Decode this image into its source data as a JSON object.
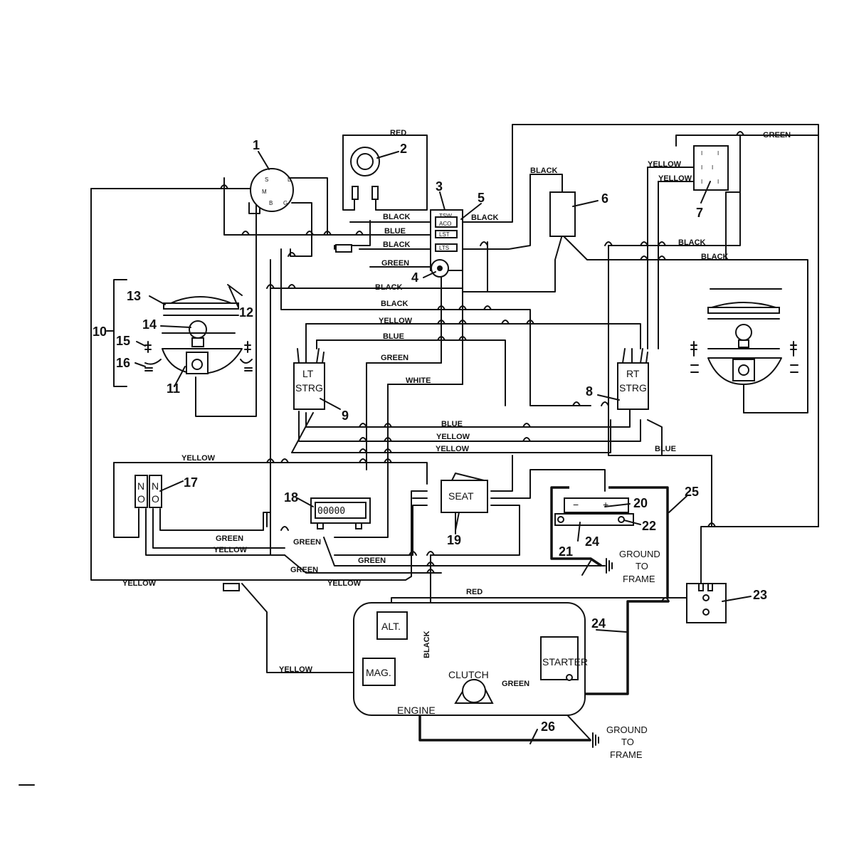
{
  "wire_colors": {
    "red_top": "RED",
    "black_1": "BLACK",
    "blue_1": "BLUE",
    "black_2": "BLACK",
    "green_1": "GREEN",
    "black_r5": "BLACK",
    "black_6": "BLACK",
    "green_top": "GREEN",
    "yellow_7a": "YELLOW",
    "yellow_7b": "YELLOW",
    "black_7a": "BLACK",
    "black_7b": "BLACK",
    "black_3": "BLACK",
    "black_4": "BLACK",
    "yellow_1": "YELLOW",
    "blue_2": "BLUE",
    "green_2": "GREEN",
    "white_1": "WHITE",
    "blue_3": "BLUE",
    "yellow_2": "YELLOW",
    "yellow_3": "YELLOW",
    "blue_4": "BLUE",
    "yellow_4": "YELLOW",
    "green_3": "GREEN",
    "yellow_5": "YELLOW",
    "green_4": "GREEN",
    "green_5": "GREEN",
    "green_6": "GREEN",
    "yellow_6": "YELLOW",
    "yellow_7": "YELLOW",
    "red_2": "RED",
    "yellow_8": "YELLOW",
    "black_v": "BLACK",
    "green_7": "GREEN"
  },
  "callouts": [
    "1",
    "2",
    "3",
    "4",
    "5",
    "6",
    "7",
    "8",
    "9",
    "10",
    "11",
    "12",
    "13",
    "14",
    "15",
    "16",
    "17",
    "18",
    "19",
    "20",
    "21",
    "22",
    "23",
    "24",
    "24",
    "25",
    "26"
  ],
  "components": {
    "lt_strg_1": "LT",
    "lt_strg_2": "STRG",
    "rt_strg_1": "RT",
    "rt_strg_2": "STRG",
    "seat": "SEAT",
    "alt": "ALT.",
    "mag": "MAG.",
    "clutch": "CLUTCH",
    "starter": "STARTER",
    "engine": "ENGINE",
    "no_1a": "N",
    "no_1b": "O",
    "no_2a": "N",
    "no_2b": "O",
    "hour_meter": "00000",
    "battery_minus": "−",
    "battery_plus": "+"
  },
  "switch_terminals": {
    "s": "S",
    "l": "L",
    "m": "M",
    "b": "B",
    "g": "G"
  },
  "module_terminals": {
    "t1": "TSW",
    "t2": "ACO",
    "t3": "LST",
    "t4": "LTS"
  },
  "ground_1": [
    "GROUND",
    "TO",
    "FRAME"
  ],
  "ground_2": [
    "GROUND",
    "TO",
    "FRAME"
  ],
  "colors": {
    "ink": "#111111",
    "paper": "#ffffff"
  }
}
